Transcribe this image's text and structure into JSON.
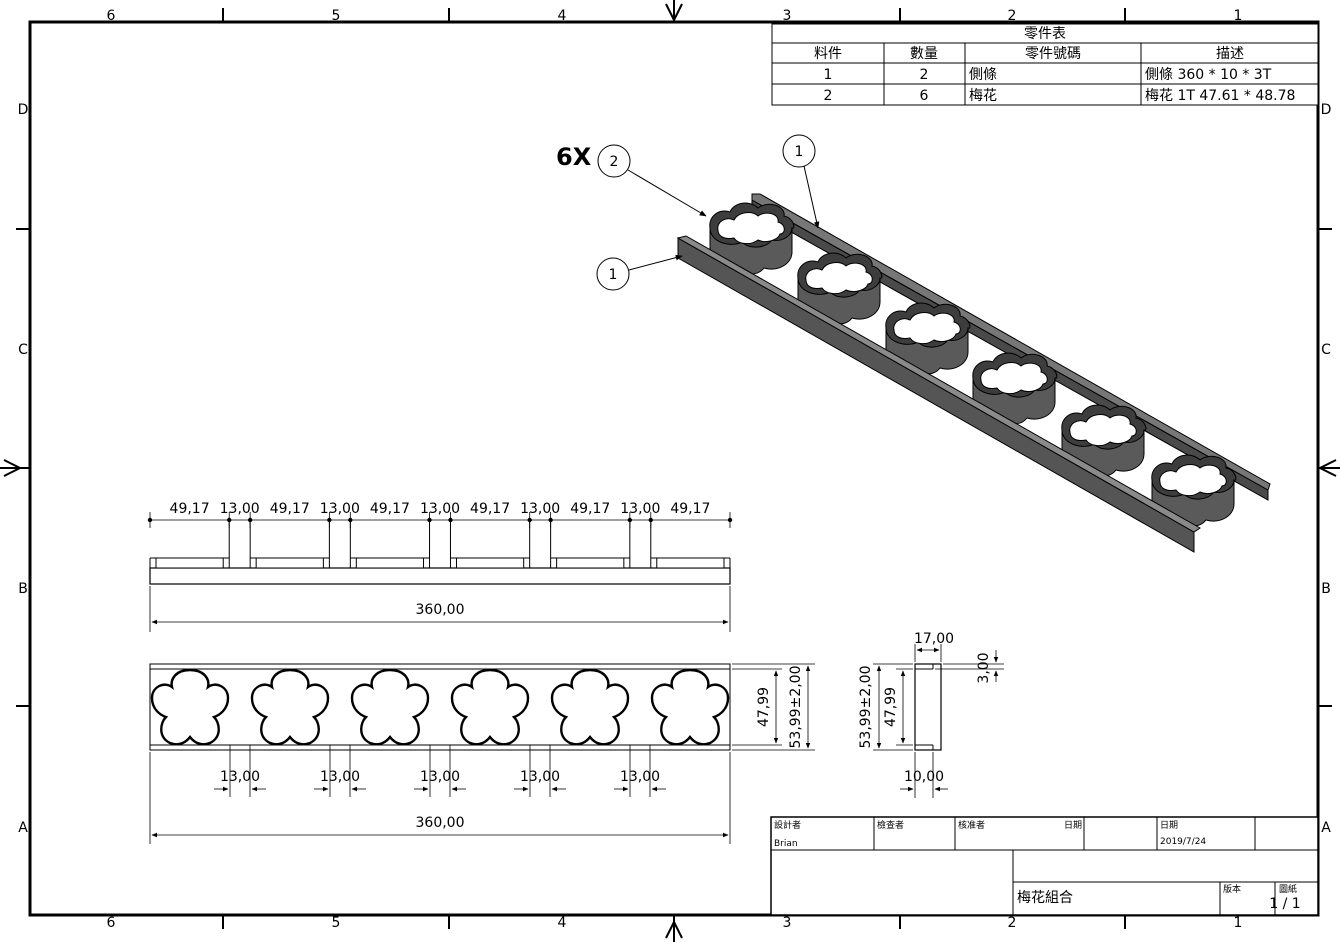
{
  "zones": {
    "columns": [
      "6",
      "5",
      "4",
      "3",
      "2",
      "1"
    ],
    "rows": [
      "D",
      "C",
      "B",
      "A"
    ]
  },
  "bom": {
    "title": "零件表",
    "headers": [
      "料件",
      "數量",
      "零件號碼",
      "描述"
    ],
    "rows": [
      {
        "item": "1",
        "qty": "2",
        "part": "側條",
        "desc": "側條 360 * 10 * 3T"
      },
      {
        "item": "2",
        "qty": "6",
        "part": "梅花",
        "desc": "梅花 1T 47.61 * 48.78"
      }
    ]
  },
  "iso_view": {
    "qty_note": "6X",
    "balloon_top_left": "2",
    "balloon_top_right": "1",
    "balloon_left": "1"
  },
  "front_view": {
    "segments": [
      "49,17",
      "13,00",
      "49,17",
      "13,00",
      "49,17",
      "13,00",
      "49,17",
      "13,00",
      "49,17",
      "13,00",
      "49,17"
    ],
    "overall": "360,00"
  },
  "top_view": {
    "gaps": [
      "13,00",
      "13,00",
      "13,00",
      "13,00",
      "13,00"
    ],
    "overall": "360,00",
    "height_inner": "47,99",
    "height_outer": "53,99±2,00"
  },
  "side_view": {
    "width_top": "17,00",
    "thickness": "3,00",
    "height_outer": "53,99±2,00",
    "height_inner": "47,99",
    "width_bottom": "10,00"
  },
  "title_block": {
    "designer_label": "設計者",
    "designer": "Brian",
    "checker_label": "檢查者",
    "approver_label": "核准者",
    "date_label_1": "日期",
    "date_label_2": "日期",
    "date": "2019/7/24",
    "title": "梅花組合",
    "revision_label": "版本",
    "sheet_label": "圖紙",
    "sheet": "1 / 1"
  }
}
